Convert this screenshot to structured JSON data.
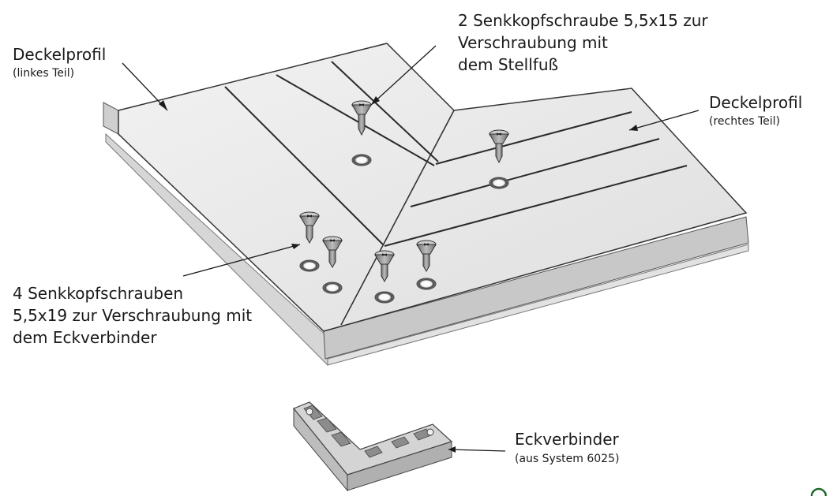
{
  "labels": {
    "deckel_links": {
      "title": "Deckelprofil",
      "sub": "(linkes Teil)"
    },
    "deckel_rechts": {
      "title": "Deckelprofil",
      "sub": "(rechtes Teil)"
    },
    "stellfuss_screws": {
      "lines": [
        "2 Senkkopfschraube 5,5x15 zur",
        "Verschraubung mit",
        "dem Stellfuß"
      ]
    },
    "eck_screws": {
      "lines": [
        "4 Senkkopfschrauben",
        "5,5x19 zur Verschraubung mit",
        "dem Eckverbinder"
      ]
    },
    "eckverbinder": {
      "title": "Eckverbinder",
      "sub": "(aus System 6025)"
    }
  },
  "colors": {
    "panel_top": "#e9e9e9",
    "panel_edge": "#c4c4c4",
    "line": "#2a2a2a",
    "screw": "#8a8a8a",
    "connector": "#d0d0d0",
    "accent_icon": "#1f6b2a"
  }
}
